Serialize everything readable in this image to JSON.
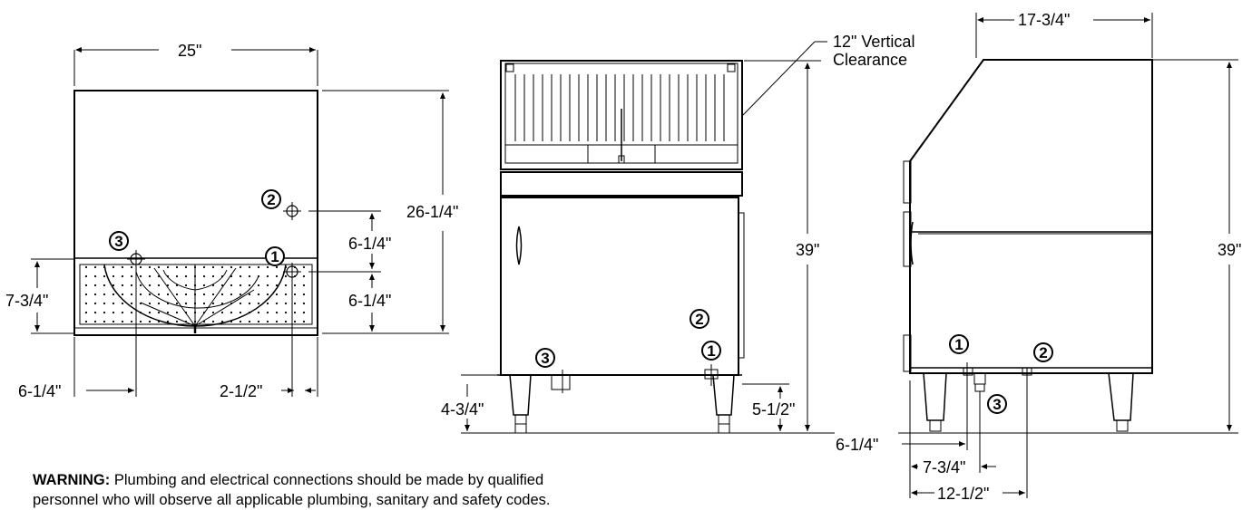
{
  "top_view": {
    "width_label": "25\"",
    "height_label": "26-1/4\"",
    "depth_label": "7-3/4\"",
    "spacing_upper": "6-1/4\"",
    "spacing_lower": "6-1/4\"",
    "offset_left": "6-1/4\"",
    "offset_right": "2-1/2\"",
    "callouts": [
      "1",
      "2",
      "3"
    ]
  },
  "front_view": {
    "clearance_label": "12\" Vertical Clearance",
    "clearance_line1": "12\" Vertical",
    "clearance_line2": "Clearance",
    "height_label": "39\"",
    "leg_left_label": "4-3/4\"",
    "leg_right_label": "5-1/2\"",
    "callouts": [
      "3",
      "2",
      "1"
    ]
  },
  "side_view": {
    "width_label": "17-3/4\"",
    "height_label": "39\"",
    "offset_1": "6-1/4\"",
    "offset_2": "7-3/4\"",
    "offset_3": "12-1/2\"",
    "callouts": [
      "1",
      "2",
      "3"
    ]
  },
  "warning": {
    "heading": "WARNING:",
    "text": "Plumbing and electrical connections should be made by qualified",
    "text_line2": "personnel who will observe all applicable plumbing, sanitary and safety codes."
  }
}
